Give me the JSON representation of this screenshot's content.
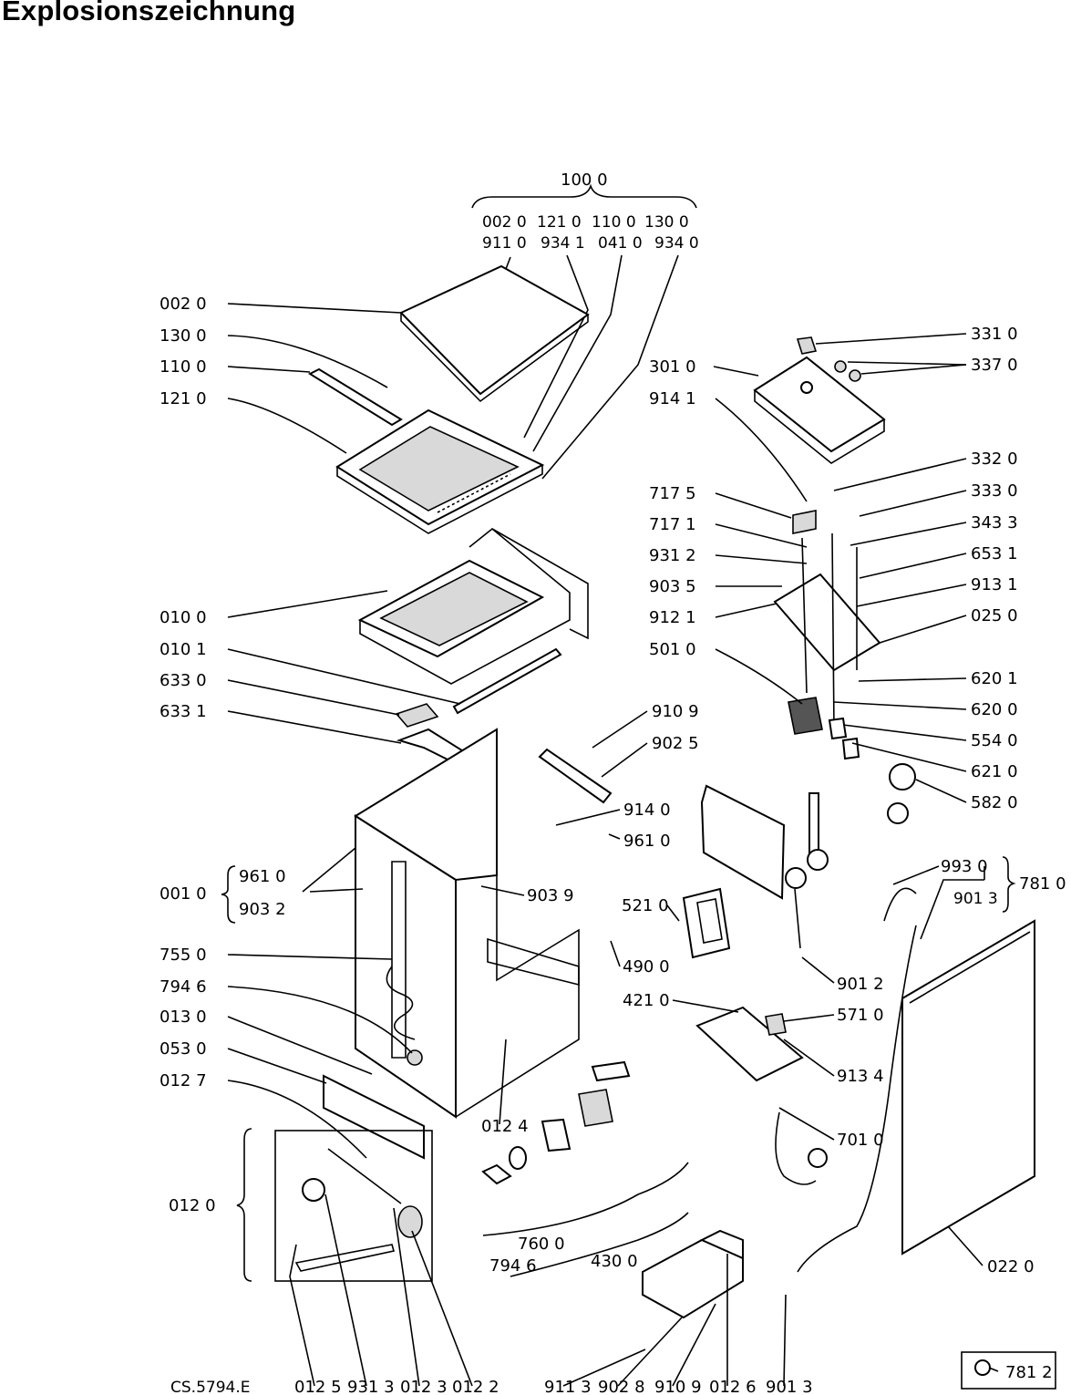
{
  "title": "Explosionszeichnung",
  "drawing_code": "CS.5794.E",
  "assembly": {
    "top": "100 0",
    "row1": [
      "002 0",
      "121 0",
      "110 0",
      "130 0"
    ],
    "row2": [
      "911 0",
      "934 1",
      "041 0",
      "934 0"
    ]
  },
  "left_labels": [
    "002 0",
    "130 0",
    "110 0",
    "121 0",
    "010 0",
    "010 1",
    "633 0",
    "633 1",
    "001 0",
    "961 0",
    "903 2",
    "755 0",
    "794 6",
    "013 0",
    "053 0",
    "012 7",
    "012 0"
  ],
  "right_labels": [
    "331 0",
    "337 0",
    "301 0",
    "914 1",
    "332 0",
    "717 5",
    "333 0",
    "717 1",
    "343 3",
    "931 2",
    "653 1",
    "903 5",
    "913 1",
    "912 1",
    "025 0",
    "501 0",
    "620 1",
    "620 0",
    "554 0",
    "621 0",
    "582 0"
  ],
  "middle_labels": [
    "910 9",
    "902 5",
    "914 0",
    "961 0",
    "903 9",
    "521 0",
    "490 0",
    "421 0",
    "571 0",
    "913 4",
    "701 0",
    "012 4",
    "760 0",
    "794 6",
    "430 0",
    "993 0",
    "901 3",
    "781 0",
    "901 2",
    "022 0"
  ],
  "bottom_labels": [
    "012 5",
    "931 3",
    "012 3",
    "012 2",
    "911 3",
    "902 8",
    "910 9",
    "012 6",
    "901 3"
  ],
  "inset": {
    "label": "781 2"
  },
  "icons": [
    "hose-clip-icon"
  ]
}
